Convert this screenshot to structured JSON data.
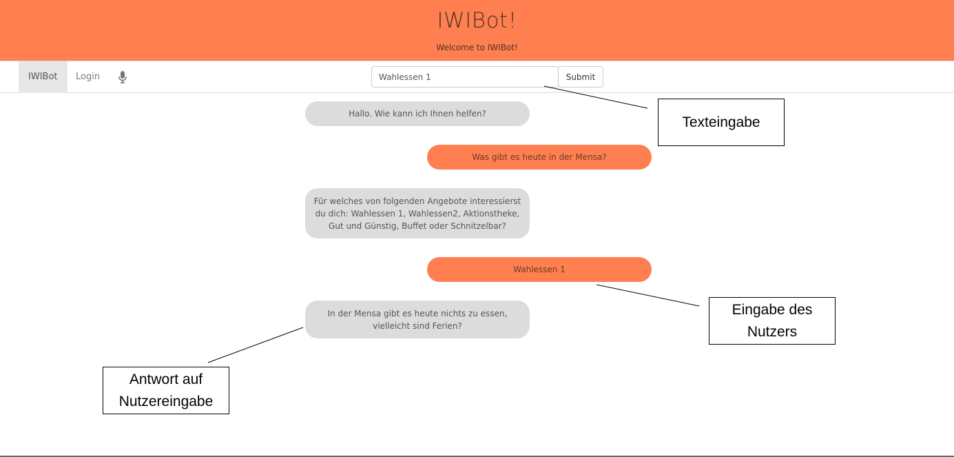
{
  "header": {
    "title": "IWIBot!",
    "subtitle": "Welcome to IWIBot!"
  },
  "nav": {
    "brand": "IWIBot",
    "login": "Login",
    "mic_icon": "microphone-icon"
  },
  "input": {
    "value": "Wahlessen 1",
    "submit_label": "Submit"
  },
  "messages": [
    {
      "sender": "bot",
      "text": "Hallo. Wie kann ich Ihnen helfen?"
    },
    {
      "sender": "user",
      "text": "Was gibt es heute in der Mensa?"
    },
    {
      "sender": "bot",
      "text": "Für welches von folgenden Angebote interessierst du dich: Wahlessen 1, Wahlessen2, Aktionstheke, Gut und Günstig, Buffet oder Schnitzelbar?"
    },
    {
      "sender": "user",
      "text": "Wahlessen 1"
    },
    {
      "sender": "bot",
      "text": "In der Mensa gibt es heute nichts zu essen, vielleicht sind Ferien?"
    }
  ],
  "annotations": {
    "text_input": "Texteingabe",
    "user_input_line1": "Eingabe des",
    "user_input_line2": "Nutzers",
    "answer_line1": "Antwort auf",
    "answer_line2": "Nutzereingabe"
  },
  "colors": {
    "accent": "#FF7F50",
    "bot_bubble": "#DCDCDC"
  }
}
